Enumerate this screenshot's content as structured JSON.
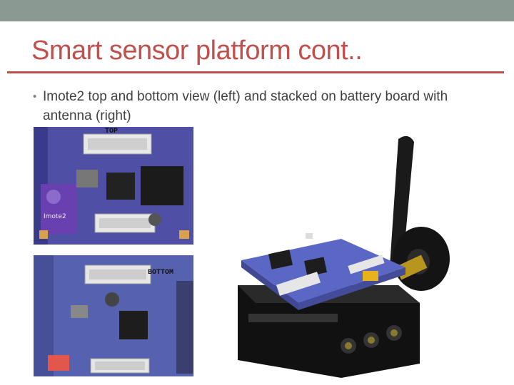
{
  "slide": {
    "title": "Smart sensor platform cont..",
    "bullets": [
      {
        "marker": "•",
        "text": "Imote2 top and bottom view (left) and stacked on battery board with antenna (right)"
      }
    ]
  },
  "images": {
    "top_view": {
      "label": "TOP",
      "board_mark": "Imote2"
    },
    "bottom_view": {
      "label": "BOTTOM"
    },
    "stacked_view": {}
  },
  "colors": {
    "title": "#c0504d",
    "rule": "#c0504d",
    "topbar": "#8a9a93",
    "body_text": "#404040",
    "board_blue": "#4a4ea8",
    "board_purple": "#5d3fa0"
  }
}
